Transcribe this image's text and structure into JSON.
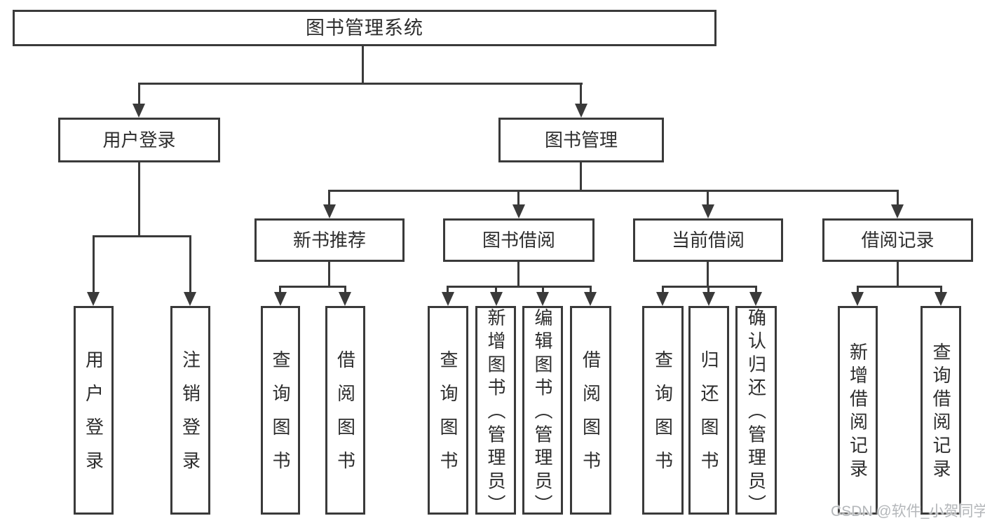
{
  "diagram": {
    "root": {
      "label": "图书管理系统"
    },
    "branches": [
      {
        "label": "用户登录",
        "children": [
          {
            "label": "用户登录"
          },
          {
            "label": "注销登录"
          }
        ]
      },
      {
        "label": "图书管理",
        "children": [
          {
            "label": "新书推荐",
            "children": [
              {
                "label": "查询图书"
              },
              {
                "label": "借阅图书"
              }
            ]
          },
          {
            "label": "图书借阅",
            "children": [
              {
                "label": "查询图书"
              },
              {
                "label": "新增图书（管理员）"
              },
              {
                "label": "编辑图书（管理员）"
              },
              {
                "label": "借阅图书"
              }
            ]
          },
          {
            "label": "当前借阅",
            "children": [
              {
                "label": "查询图书"
              },
              {
                "label": "归还图书"
              },
              {
                "label": "确认归还（管理员）"
              }
            ]
          },
          {
            "label": "借阅记录",
            "children": [
              {
                "label": "新增借阅记录"
              },
              {
                "label": "查询借阅记录"
              }
            ]
          }
        ]
      }
    ]
  },
  "watermark": {
    "text": "CSDN @软件_小贺同学"
  },
  "colors": {
    "line": "#3a3a3a",
    "text": "#2d2d2d",
    "watermark": "#b4b7ba",
    "background": "#ffffff"
  }
}
